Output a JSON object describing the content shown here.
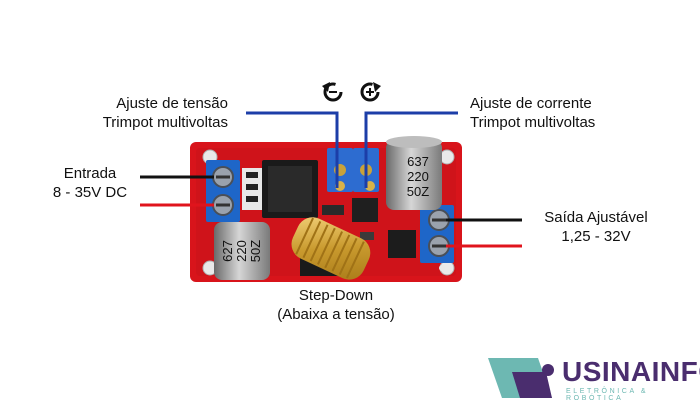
{
  "labels": {
    "voltage_adjust": {
      "line1": "Ajuste de tensão",
      "line2": "Trimpot multivoltas"
    },
    "current_adjust": {
      "line1": "Ajuste de corrente",
      "line2": "Trimpot multivoltas"
    },
    "input": {
      "line1": "Entrada",
      "line2": "8 - 35V DC"
    },
    "output": {
      "line1": "Saída Ajustável",
      "line2": "1,25 - 32V"
    },
    "module": {
      "line1": "Step-Down",
      "line2": "(Abaixa a tensão)"
    }
  },
  "components": {
    "cap_left": {
      "line1": "627",
      "line2": "220",
      "line3": "50Z"
    },
    "cap_right": {
      "line1": "637",
      "line2": "220",
      "line3": "50Z"
    }
  },
  "brand": {
    "name": "USINAINFO",
    "tagline": "ELETRÔNICA & ROBÓTICA"
  },
  "colors": {
    "pcb": "#d8141b",
    "terminal": "#1e66c8",
    "wire_positive": "#e0141c",
    "wire_negative": "#111111",
    "pointer": "#1c3ea8",
    "brand_purple": "#4a2d6e",
    "brand_teal": "#6db8b2"
  },
  "icons": {
    "rotate_left": "counterclockwise-minus-icon",
    "rotate_right": "clockwise-plus-icon"
  }
}
